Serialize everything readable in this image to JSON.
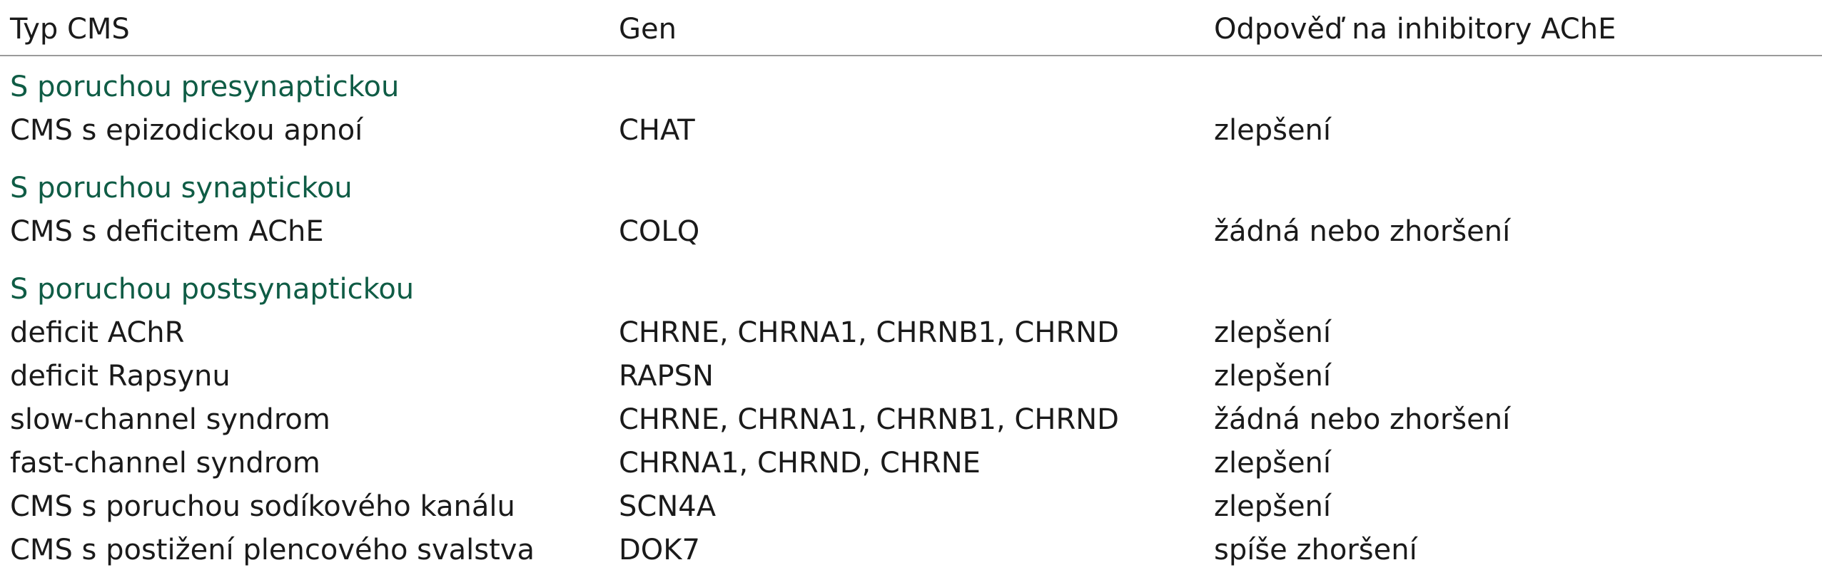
{
  "headers": {
    "type": "Typ CMS",
    "gene": "Gen",
    "response": "Odpověď na inhibitory AChE"
  },
  "sections": [
    {
      "title": "S poruchou presynaptickou",
      "rows": [
        {
          "type": "CMS s epizodickou apnoí",
          "gene": "CHAT",
          "response": "zlepšení"
        }
      ]
    },
    {
      "title": "S poruchou synaptickou",
      "rows": [
        {
          "type": "CMS s deficitem AChE",
          "gene": "COLQ",
          "response": "žádná nebo zhoršení"
        }
      ]
    },
    {
      "title": "S poruchou postsynaptickou",
      "rows": [
        {
          "type": "deficit AChR",
          "gene": "CHRNE, CHRNA1, CHRNB1, CHRND",
          "response": "zlepšení"
        },
        {
          "type": "deficit Rapsynu",
          "gene": "RAPSN",
          "response": "zlepšení"
        },
        {
          "type": "slow-channel syndrom",
          "gene": "CHRNE, CHRNA1, CHRNB1, CHRND",
          "response": "žádná nebo zhoršení"
        },
        {
          "type": "fast-channel syndrom",
          "gene": "CHRNA1, CHRND, CHRNE",
          "response": "zlepšení"
        },
        {
          "type": "CMS s poruchou sodíkového kanálu",
          "gene": "SCN4A",
          "response": "zlepšení"
        },
        {
          "type": "CMS s postižení plencového svalstva",
          "gene": "DOK7",
          "response": "spíše zhoršení"
        }
      ]
    }
  ],
  "colors": {
    "section_heading": "#0f5c45",
    "text": "#1a1a1a",
    "rule": "#9a9a9a"
  }
}
